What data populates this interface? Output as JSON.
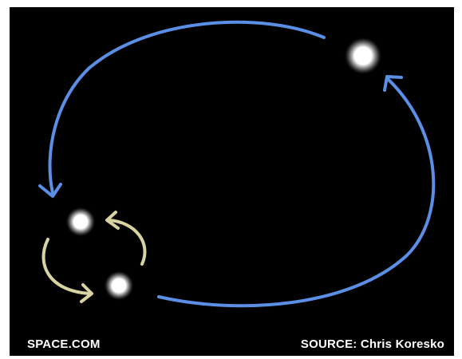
{
  "branding": {
    "logo_text": "SPACE.COM",
    "source_text": "SOURCE: Chris Koresko"
  },
  "colors": {
    "background": "#000000",
    "outer_orbit": "#5b8fe6",
    "inner_orbit": "#d8d3a3",
    "star": "#ffffff"
  },
  "diagram": {
    "stars": [
      {
        "name": "distant-star"
      },
      {
        "name": "close-pair-star-a"
      },
      {
        "name": "close-pair-star-b"
      }
    ]
  }
}
